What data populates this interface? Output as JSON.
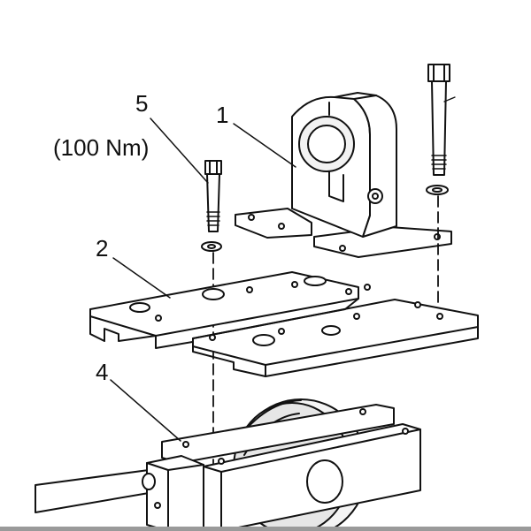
{
  "callouts": {
    "part_5": "5",
    "torque": "(100 Nm)",
    "part_1": "1",
    "part_2": "2",
    "part_4": "4"
  },
  "colors": {
    "line": "#111111",
    "fill": "#ffffff",
    "shade": "#e6e6e6",
    "bottom_band": "#9a9a9a"
  }
}
